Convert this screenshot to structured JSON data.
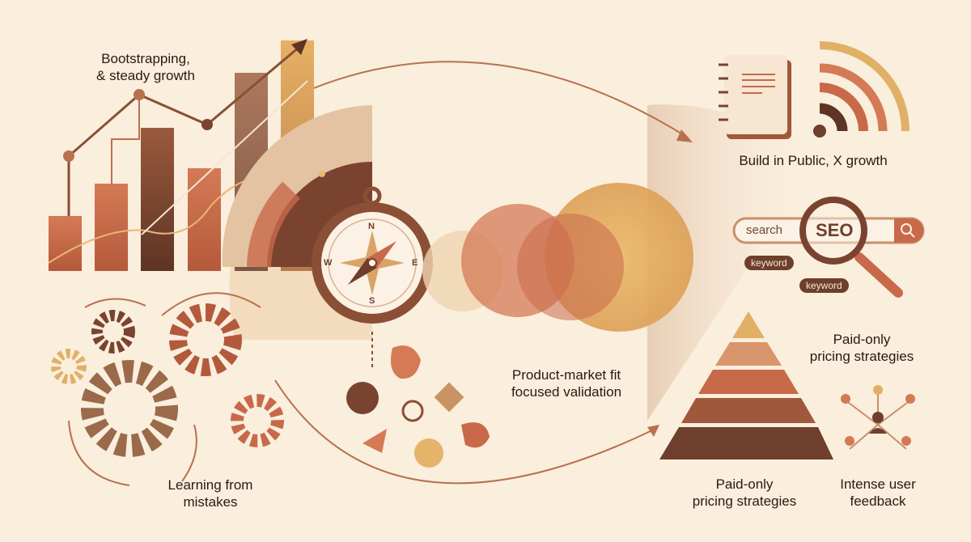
{
  "labels": {
    "bootstrapping": [
      "Bootstrapping,",
      "& steady growth"
    ],
    "build_in_public": "Build in Public,  X growth",
    "product_market_fit": [
      "Product-market fit",
      "focused validation"
    ],
    "learning": [
      "Learning from",
      "mistakes"
    ],
    "pricing_top": [
      "Paid-only",
      "pricing strategies"
    ],
    "pricing_bottom": [
      "Paid-only",
      "pricing strategies"
    ],
    "feedback": [
      "Intense user",
      "feedback"
    ]
  },
  "search": {
    "placeholder": "search",
    "term": "SEO",
    "keywords": [
      "keyword",
      "keyword"
    ]
  },
  "compass": {
    "n": "N",
    "e": "E",
    "s": "S",
    "w": "W"
  },
  "colors": {
    "bg": "#faeedd",
    "dark": "#6e3f2c",
    "terracotta": "#c8694a",
    "gold": "#e0b066",
    "tan": "#b07a55"
  }
}
